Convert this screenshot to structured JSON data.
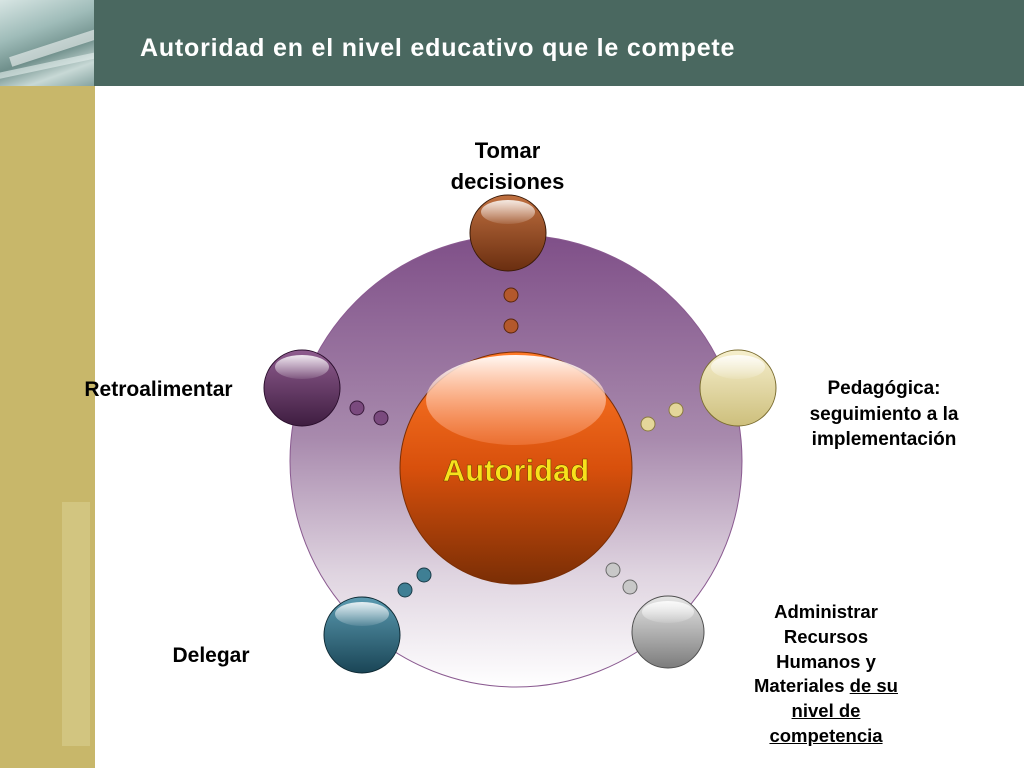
{
  "header": {
    "title": "Autoridad en el nivel educativo que le compete"
  },
  "diagram": {
    "center": "Autoridad",
    "nodes": {
      "top": {
        "label_line1": "Tomar",
        "label_line2": "decisiones"
      },
      "left": {
        "label": "Retroalimentar"
      },
      "right": {
        "line1": "Pedagógica:",
        "line2": "seguimiento a la",
        "line3": "implementación"
      },
      "bottom_left": {
        "label": "Delegar"
      },
      "bottom_right": {
        "line1": "Administrar",
        "line2": "Recursos",
        "line3": "Humanos y",
        "line4_plain": "Materiales ",
        "line4_underlined": "de su",
        "line5": "nivel de",
        "line6": "competencia"
      }
    }
  },
  "colors": {
    "header_bg": "#4a6860",
    "sidebar": "#c8b76a",
    "ring_top": "#7f4f88",
    "center_orange": "#e2520d",
    "node_top": "#8c4420",
    "node_left": "#5e3160",
    "node_right": "#e3d8a4",
    "node_bottom_left": "#2e6b80",
    "node_bottom_right": "#a6a6a6",
    "center_text": "#f7e21c"
  }
}
